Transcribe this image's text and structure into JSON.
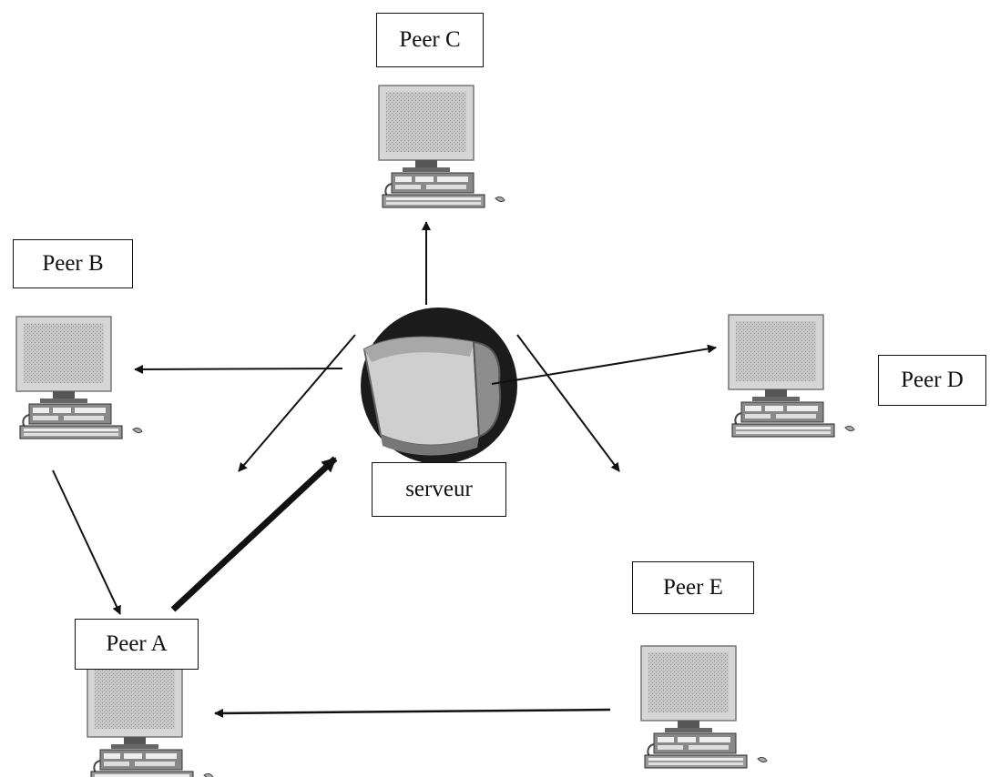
{
  "diagram": {
    "peers": [
      {
        "id": "peer-c",
        "label": "Peer C"
      },
      {
        "id": "peer-b",
        "label": "Peer B"
      },
      {
        "id": "peer-d",
        "label": "Peer D"
      },
      {
        "id": "peer-a",
        "label": "Peer A"
      },
      {
        "id": "peer-e",
        "label": "Peer E"
      }
    ],
    "server": {
      "label": "serveur"
    }
  }
}
